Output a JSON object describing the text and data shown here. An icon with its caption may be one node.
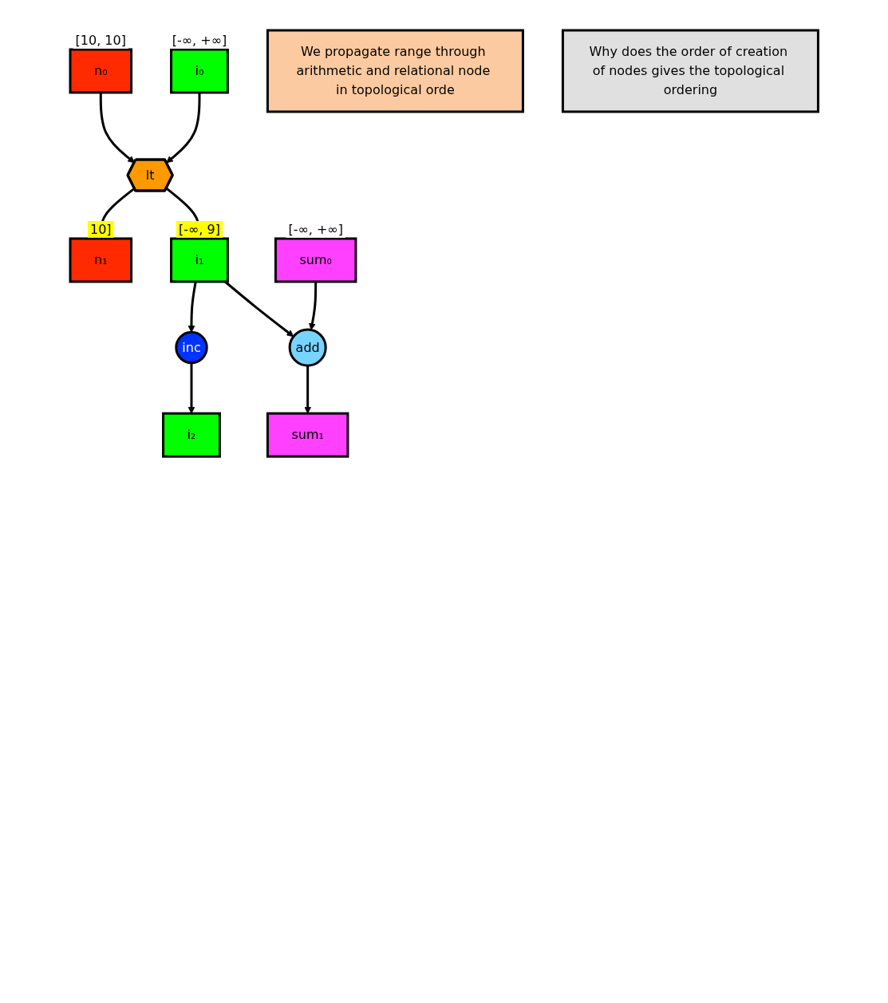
{
  "diagram": {
    "nodes": [
      {
        "text": [
          "n₀"
        ],
        "beside": [
          "[10, 10]"
        ]
      },
      {
        "text": [
          "i₀"
        ],
        "beside": [
          "[-∞, +∞]"
        ]
      },
      {
        "text": [
          "lt"
        ]
      },
      {
        "text": [
          "n₁"
        ],
        "beside": [
          "10]"
        ]
      },
      {
        "text": [
          "i₁"
        ],
        "beside": [
          "[-∞, 9]"
        ]
      },
      {
        "text": [
          "inc"
        ]
      },
      {
        "text": [
          "sum₀"
        ],
        "beside": [
          "[-∞, +∞]"
        ]
      },
      {
        "text": [
          "add"
        ]
      },
      {
        "text": [
          "i₂"
        ]
      },
      {
        "text": [
          "sum₁"
        ]
      },
      {
        "text": [
          "We propagate range through arithmetic and relational node in topological orde"
        ]
      },
      {
        "text": [
          "Why does the order of creation of nodes gives the topological ordering"
        ]
      }
    ],
    "edges": [
      {
        "from": 0,
        "to": 2,
        "arrow": "to"
      },
      {
        "from": 1,
        "to": 2,
        "arrow": "to"
      },
      {
        "from": 2,
        "to": 3,
        "arrow": "to"
      },
      {
        "from": 2,
        "to": 4,
        "arrow": "to"
      },
      {
        "from": 4,
        "to": 5,
        "arrow": "to"
      },
      {
        "from": 5,
        "to": 8,
        "arrow": "to"
      },
      {
        "from": 4,
        "to": 7,
        "arrow": "to"
      },
      {
        "from": 6,
        "to": 7,
        "arrow": "to"
      },
      {
        "from": 7,
        "to": 9,
        "arrow": "to"
      }
    ]
  }
}
